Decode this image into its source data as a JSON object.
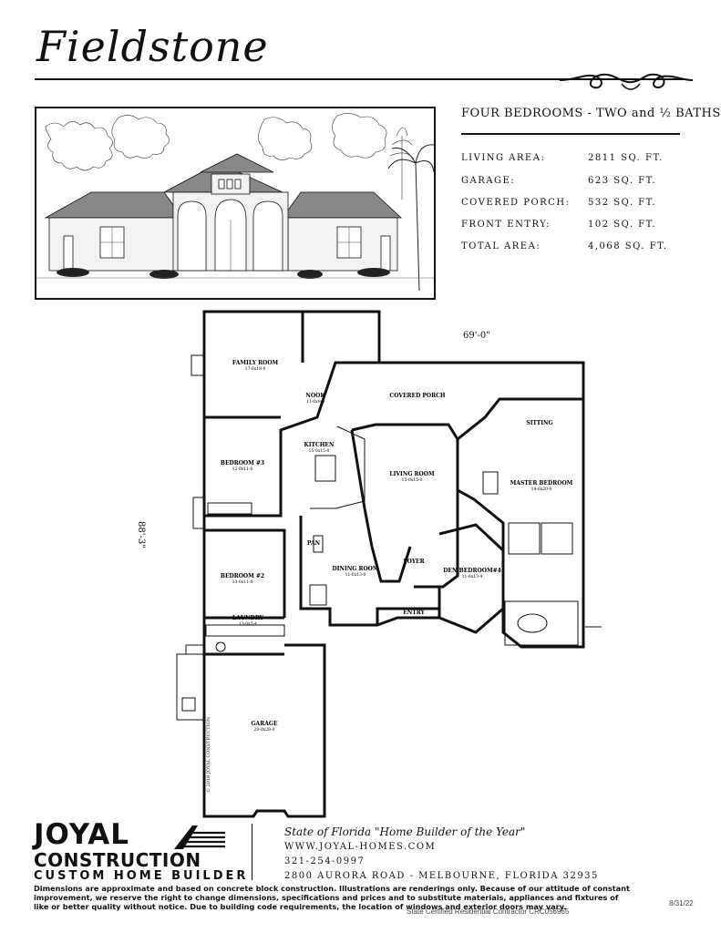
{
  "title": "Fieldstone",
  "headline": "FOUR BEDROOMS - TWO and ½ BATHS",
  "stats": [
    {
      "label": "LIVING AREA:",
      "value": "2811 SQ. FT."
    },
    {
      "label": "GARAGE:",
      "value": "623 SQ. FT."
    },
    {
      "label": "COVERED PORCH:",
      "value": "532 SQ. FT."
    },
    {
      "label": "FRONT ENTRY:",
      "value": "102 SQ. FT."
    },
    {
      "label": "TOTAL AREA:",
      "value": "4,068 SQ. FT."
    }
  ],
  "plan": {
    "width_dim": "69'-0\"",
    "depth_dim": "88'-3\"",
    "rooms": [
      {
        "name": "FAMILY ROOM",
        "dims": "17-6x18-0"
      },
      {
        "name": "NOOK",
        "dims": "11-0x9-0"
      },
      {
        "name": "COVERED PORCH",
        "dims": ""
      },
      {
        "name": "KITCHEN",
        "dims": "15-0x15-0"
      },
      {
        "name": "SITTING",
        "dims": ""
      },
      {
        "name": "BEDROOM #3",
        "dims": "12-0x11-0"
      },
      {
        "name": "LIVING ROOM",
        "dims": "15-0x15-0"
      },
      {
        "name": "MASTER BEDROOM",
        "dims": "14-6x20-0"
      },
      {
        "name": "PAN",
        "dims": ""
      },
      {
        "name": "DINING ROOM",
        "dims": "11-6x13-0"
      },
      {
        "name": "FOYER",
        "dims": ""
      },
      {
        "name": "DEN/BEDROOM#4",
        "dims": "11-6x13-4"
      },
      {
        "name": "BEDROOM #2",
        "dims": "13-0x11-0"
      },
      {
        "name": "ENTRY",
        "dims": ""
      },
      {
        "name": "LAUNDRY",
        "dims": "13-0x5-4"
      },
      {
        "name": "GARAGE",
        "dims": "20-0x28-0"
      }
    ],
    "copyright": "© 2018 JOYAL CONSTRUCTION"
  },
  "company": {
    "name_line1": "JOYAL",
    "name_line2": "CONSTRUCTION",
    "tagline": "CUSTOM HOME BUILDER",
    "award": "State of Florida \"Home Builder of the Year\"",
    "website": "WWW.JOYAL-HOMES.COM",
    "phone": "321-254-0997",
    "address": "2800 AURORA ROAD - MELBOURNE, FLORIDA 32935"
  },
  "disclaimer": "Dimensions are approximate and based on concrete block construction. Illustrations are renderings only. Because of our attitude of constant improvement, we reserve the right to change dimensions, specifications and prices and to substitute materials, appliances and fixtures of like or better quality without notice. Due to building code requirements, the location of windows and exterior doors may vary.",
  "certification": "State Certified Residential Contractor CRC056965",
  "date": "8/31/22"
}
